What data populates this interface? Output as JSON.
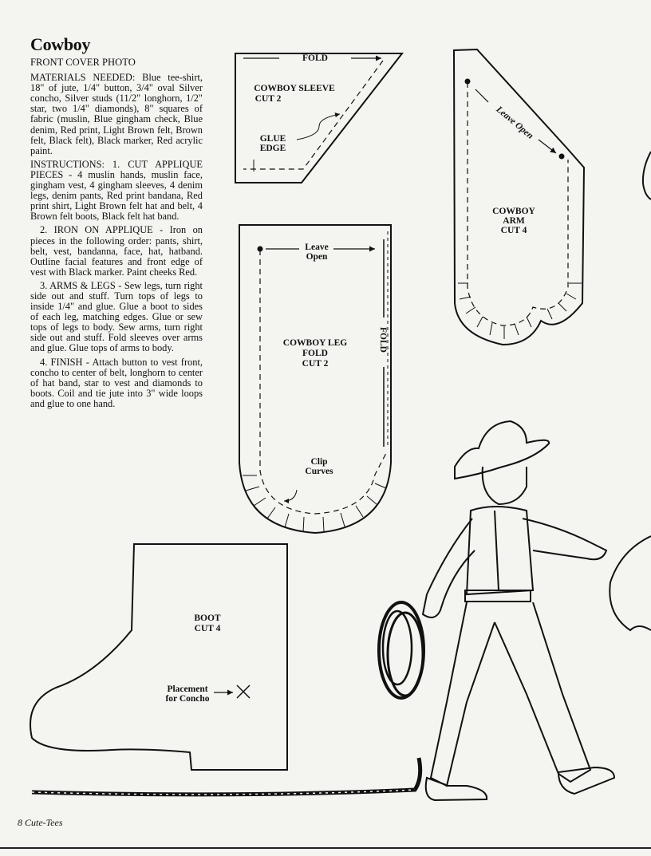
{
  "header": {
    "title": "Cowboy",
    "subtitle": "FRONT COVER PHOTO"
  },
  "instructions": {
    "materials": "MATERIALS NEEDED: Blue tee-shirt, 18\" of jute, 1/4\" button, 3/4\" oval Silver concho, Silver studs (11/2\" longhorn, 1/2\" star, two 1/4\" diamonds), 8\" squares of fabric (muslin, Blue gingham check, Blue denim, Red print, Light Brown felt, Brown felt, Black felt), Black marker, Red acrylic paint.",
    "step1": "INSTRUCTIONS: 1. CUT APPLIQUE PIECES - 4 muslin hands, muslin face, gingham vest, 4 gingham sleeves, 4 denim legs, denim pants, Red print bandana, Red print shirt, Light Brown felt hat and belt, 4 Brown felt boots, Black felt hat band.",
    "step2": "2. IRON ON APPLIQUE - Iron on pieces in the following order: pants, shirt, belt, vest, bandanna, face, hat, hatband. Outline facial features and front edge of vest with Black marker. Paint cheeks Red.",
    "step3": "3. ARMS & LEGS - Sew legs, turn right side out and stuff. Turn tops of legs to inside 1/4\" and glue. Glue a boot to sides of each leg, matching edges. Glue or sew tops of legs to body. Sew arms, turn right side out and stuff. Fold sleeves over arms and glue. Glue tops of arms to body.",
    "step4": "4. FINISH - Attach button to vest front, concho to center of belt, longhorn to center of hat band, star to vest and diamonds to boots. Coil and tie jute into 3\" wide loops and glue to one hand."
  },
  "patterns": {
    "sleeve": {
      "fold": "FOLD",
      "name": "COWBOY SLEEVE",
      "cut": "CUT 2",
      "glue": "GLUE EDGE"
    },
    "arm": {
      "leave_open": "Leave Open",
      "name": "COWBOY",
      "name2": "ARM",
      "cut": "CUT 4"
    },
    "leg": {
      "leave": "Leave",
      "open": "Open",
      "name": "COWBOY LEG",
      "fold_label": "FOLD",
      "cut": "CUT 2",
      "side_fold": "FOLD",
      "clip": "Clip",
      "curves": "Curves"
    },
    "boot": {
      "name": "BOOT",
      "cut": "CUT 4",
      "placement": "Placement",
      "for_concho": "for Concho"
    }
  },
  "footer": {
    "page": "8",
    "book": "Cute-Tees"
  }
}
